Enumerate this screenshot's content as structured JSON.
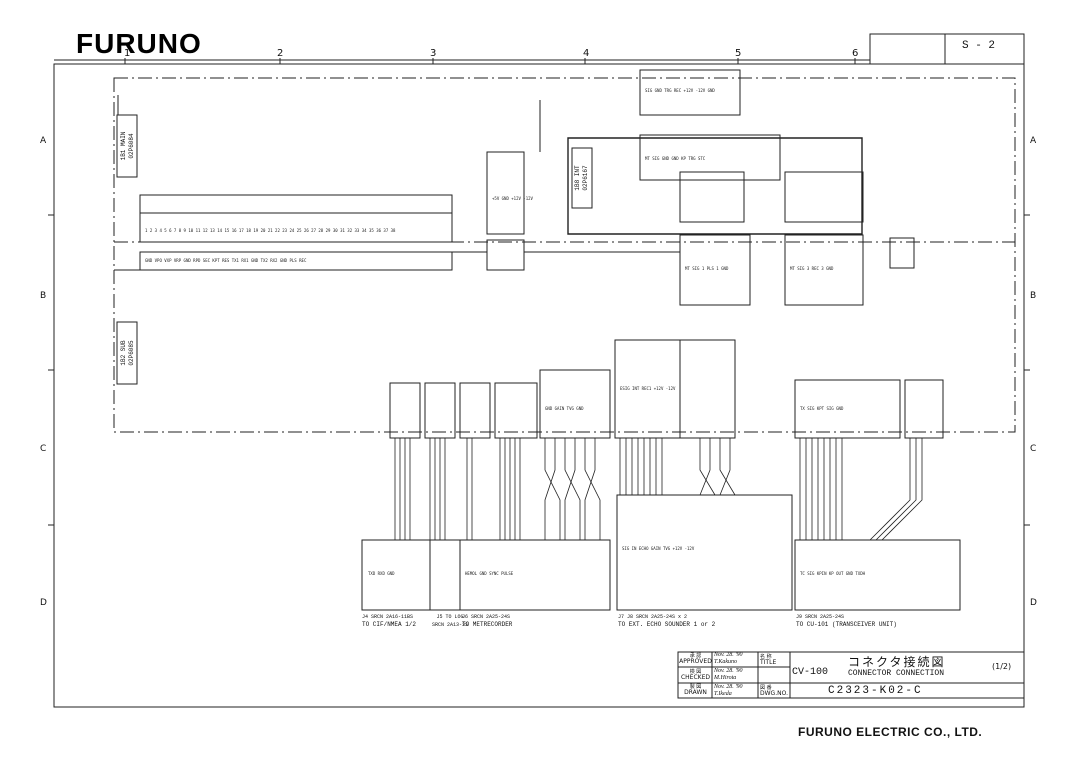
{
  "logo": "FURUNO",
  "sheet_no": "S - 2",
  "col_numbers": [
    "1",
    "2",
    "3",
    "4",
    "5",
    "6"
  ],
  "row_letters": [
    "A",
    "B",
    "C",
    "D"
  ],
  "units": {
    "main": [
      "1B1 MAIN",
      "02P6084"
    ],
    "sub": [
      "1B2 SUB",
      "02P6085"
    ],
    "int": [
      "1B8 INT",
      "02P6167"
    ]
  },
  "bottom_captions": {
    "cif": [
      "J4  SRCN 2A16-11BS",
      "TO CIF/NMEA 1/2"
    ],
    "log": [
      "J5  TO LOG",
      "SRCN 2A13-3S"
    ],
    "rec": [
      "J6  SRCN 2A25-24S",
      "TO METRECORDER"
    ],
    "echo": [
      "J7  J8  SRCN 2A25-24S x 2",
      "TO EXT. ECHO SOUNDER 1 or 2"
    ],
    "cu": [
      "J9  SRCN 2A25-24S",
      "TO CU-101 (TRANSCEIVER UNIT)"
    ]
  },
  "title_block": {
    "approved_jp": "承 認",
    "approved": "APPROVED",
    "approved_date": "Nov. 28. '90",
    "approved_sign": "T.Kakuno",
    "checked_jp": "検 図",
    "checked": "CHECKED",
    "checked_date": "Nov. 28. '90",
    "checked_sign": "M.Hirota",
    "drawn_jp": "製 図",
    "drawn": "DRAWN",
    "drawn_date": "Nov. 28. '90",
    "drawn_sign": "T.Ikeda",
    "title_jp_label": "名 称",
    "title_label": "TITLE",
    "model": "CV-100",
    "title_jp": "コネクタ接続図",
    "title_en": "CONNECTOR CONNECTION",
    "sheet_of": "(1/2)",
    "dwg_jp": "図 番",
    "dwg_label": "DWG.NO.",
    "dwg_no": "C2323-K02-C"
  },
  "company": "FURUNO ELECTRIC CO., LTD."
}
